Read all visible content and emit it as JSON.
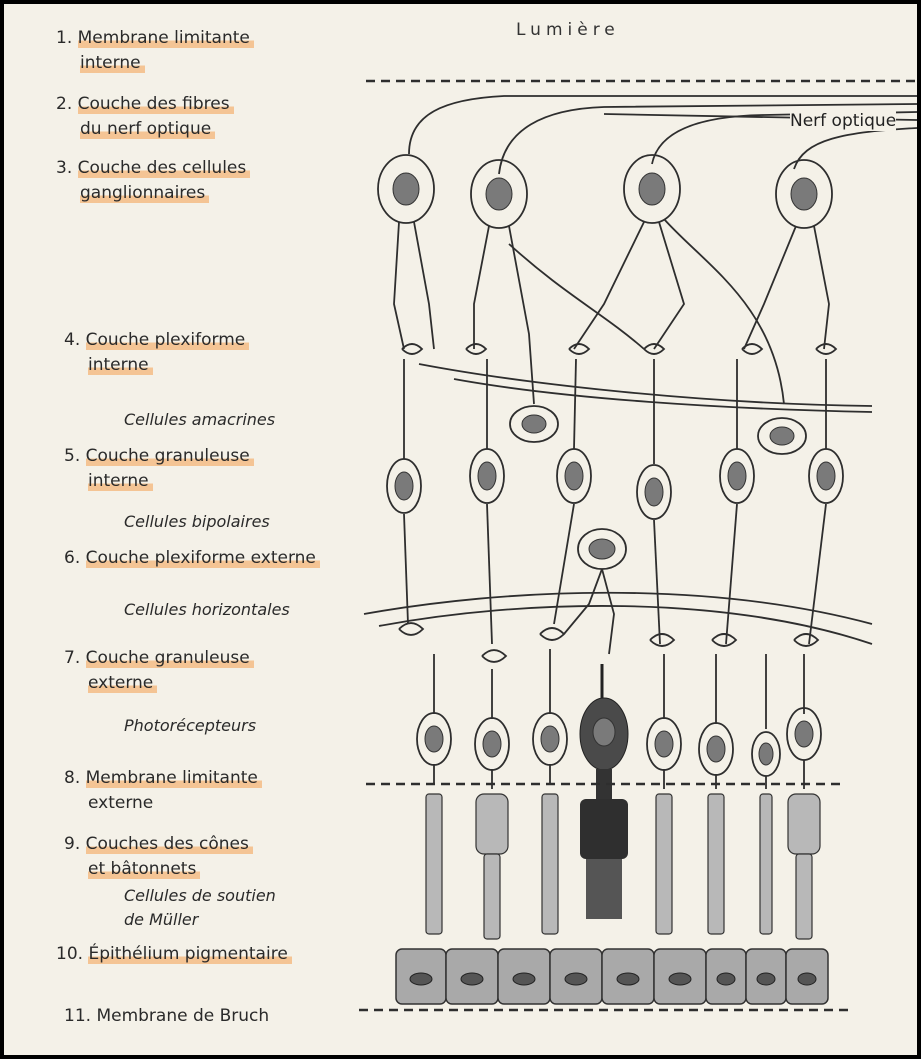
{
  "title": "Lumière",
  "nerve_label": "Nerf optique",
  "layers": [
    {
      "num": "1.",
      "lines": [
        "Membrane limitante",
        "interne"
      ]
    },
    {
      "num": "2.",
      "lines": [
        "Couche des fibres",
        "du nerf optique"
      ]
    },
    {
      "num": "3.",
      "lines": [
        "Couche des cellules",
        "ganglionnaires"
      ]
    },
    {
      "num": "4.",
      "lines": [
        "Couche plexiforme",
        "interne"
      ]
    },
    {
      "num": "5.",
      "lines": [
        "Couche granuleuse",
        "interne"
      ]
    },
    {
      "num": "6.",
      "lines": [
        "Couche plexiforme externe"
      ]
    },
    {
      "num": "7.",
      "lines": [
        "Couche granuleuse",
        "externe"
      ]
    },
    {
      "num": "8.",
      "lines": [
        "Membrane limitante",
        "externe"
      ]
    },
    {
      "num": "9.",
      "lines": [
        "Couches des cônes",
        "et bâtonnets"
      ]
    },
    {
      "num": "10.",
      "lines": [
        "Épithélium pigmentaire"
      ]
    },
    {
      "num": "11.",
      "lines": [
        "Membrane de Bruch"
      ]
    }
  ],
  "cell_labels": {
    "amacrine": "Cellules amacrines",
    "bipolar": "Cellules bipolaires",
    "horizontal": "Cellules horizontales",
    "photoreceptors": "Photorécepteurs",
    "muller_1": "Cellules de soutien",
    "muller_2": "de Müller"
  }
}
